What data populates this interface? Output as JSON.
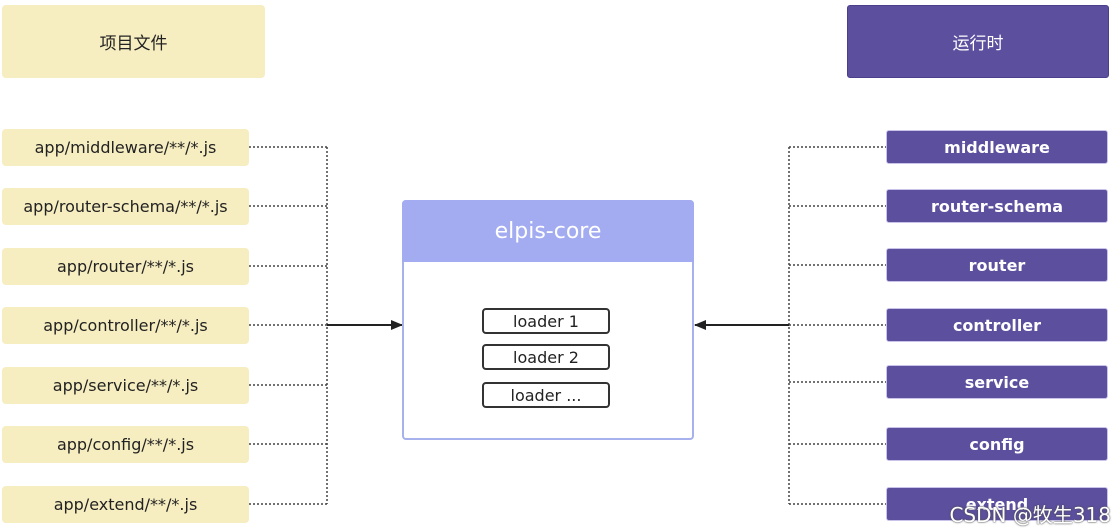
{
  "source_header": "项目文件",
  "runtime_header": "运行时",
  "source_files": [
    "app/middleware/**/*.js",
    "app/router-schema/**/*.js",
    "app/router/**/*.js",
    "app/controller/**/*.js",
    "app/service/**/*.js",
    "app/config/**/*.js",
    "app/extend/**/*.js"
  ],
  "runtime_items": [
    "middleware",
    "router-schema",
    "router",
    "controller",
    "service",
    "config",
    "extend"
  ],
  "core": {
    "title": "elpis-core",
    "loaders": [
      "loader 1",
      "loader 2",
      "loader ..."
    ]
  },
  "watermark": "CSDN @牧生318",
  "colors": {
    "source_box": "#f6edc0",
    "runtime_box": "#5b4f9e",
    "core_header": "#a3acf1"
  }
}
